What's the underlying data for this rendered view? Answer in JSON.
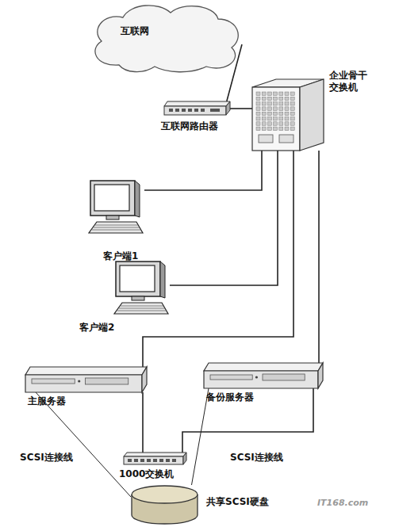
{
  "diagram": {
    "nodes": [
      {
        "text": [
          "互联网"
        ]
      },
      {
        "text": [
          "互联网路由器"
        ]
      },
      {
        "text": [
          "企业骨干 交换机"
        ]
      },
      {
        "text": [
          "客户端1"
        ]
      },
      {
        "text": [
          "客户端2"
        ]
      },
      {
        "text": [
          "主服务器"
        ]
      },
      {
        "text": [
          "备份服务器"
        ]
      },
      {
        "text": [
          "1000交换机"
        ]
      },
      {
        "text": [
          "共享SCSI硬盘"
        ]
      }
    ],
    "edges": [
      {
        "from": 0,
        "to": 1,
        "arrow": "none"
      },
      {
        "from": 1,
        "to": 2,
        "arrow": "none"
      },
      {
        "from": 2,
        "to": 3,
        "arrow": "none"
      },
      {
        "from": 2,
        "to": 4,
        "arrow": "none"
      },
      {
        "from": 2,
        "to": 5,
        "arrow": "none"
      },
      {
        "from": 2,
        "to": 6,
        "arrow": "none"
      },
      {
        "from": 5,
        "to": 8,
        "arrow": "none"
      },
      {
        "from": 6,
        "to": 8,
        "arrow": "none"
      },
      {
        "from": 6,
        "to": 7,
        "arrow": "none"
      },
      {
        "from": 5,
        "to": 7,
        "arrow": "none"
      }
    ],
    "labels": [
      "SCSI连接线",
      "SCSI连接线",
      "IT168.com"
    ]
  }
}
